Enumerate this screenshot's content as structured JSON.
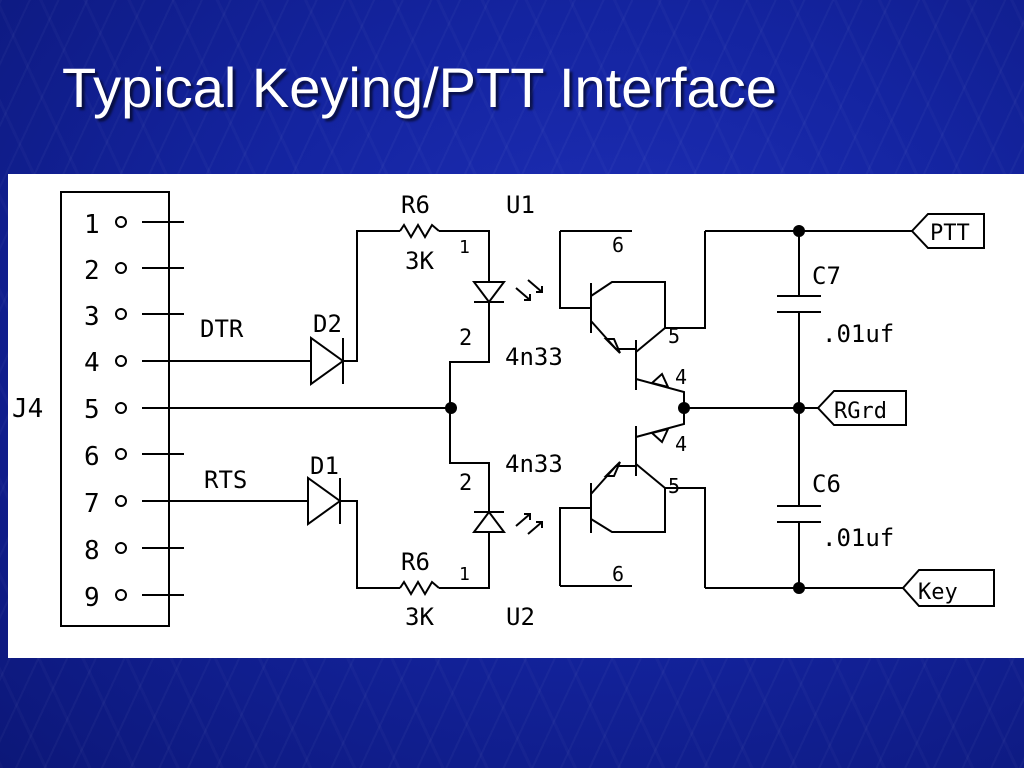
{
  "slide": {
    "title": "Typical Keying/PTT Interface"
  },
  "schematic": {
    "connector": {
      "label": "J4",
      "pins": [
        "1",
        "2",
        "3",
        "4",
        "5",
        "6",
        "7",
        "8",
        "9"
      ]
    },
    "signals": {
      "dtr": "DTR",
      "rts": "RTS"
    },
    "diodes": {
      "top": "D2",
      "bottom": "D1"
    },
    "resistors": {
      "top": {
        "ref": "R6",
        "value": "3K"
      },
      "bottom": {
        "ref": "R6",
        "value": "3K"
      }
    },
    "optocouplers": {
      "top": {
        "ref": "U1",
        "part": "4n33",
        "pins": {
          "anode": "1",
          "cathode": "2",
          "emitter": "4",
          "collector": "5",
          "base": "6"
        }
      },
      "bottom": {
        "ref": "U2",
        "part": "4n33",
        "pins": {
          "anode": "1",
          "cathode": "2",
          "emitter": "4",
          "collector": "5",
          "base": "6"
        }
      }
    },
    "capacitors": {
      "top": {
        "ref": "C7",
        "value": ".01uf"
      },
      "bottom": {
        "ref": "C6",
        "value": ".01uf"
      }
    },
    "outputs": {
      "ptt": "PTT",
      "rgrd": "RGrd",
      "key": "Key"
    }
  }
}
